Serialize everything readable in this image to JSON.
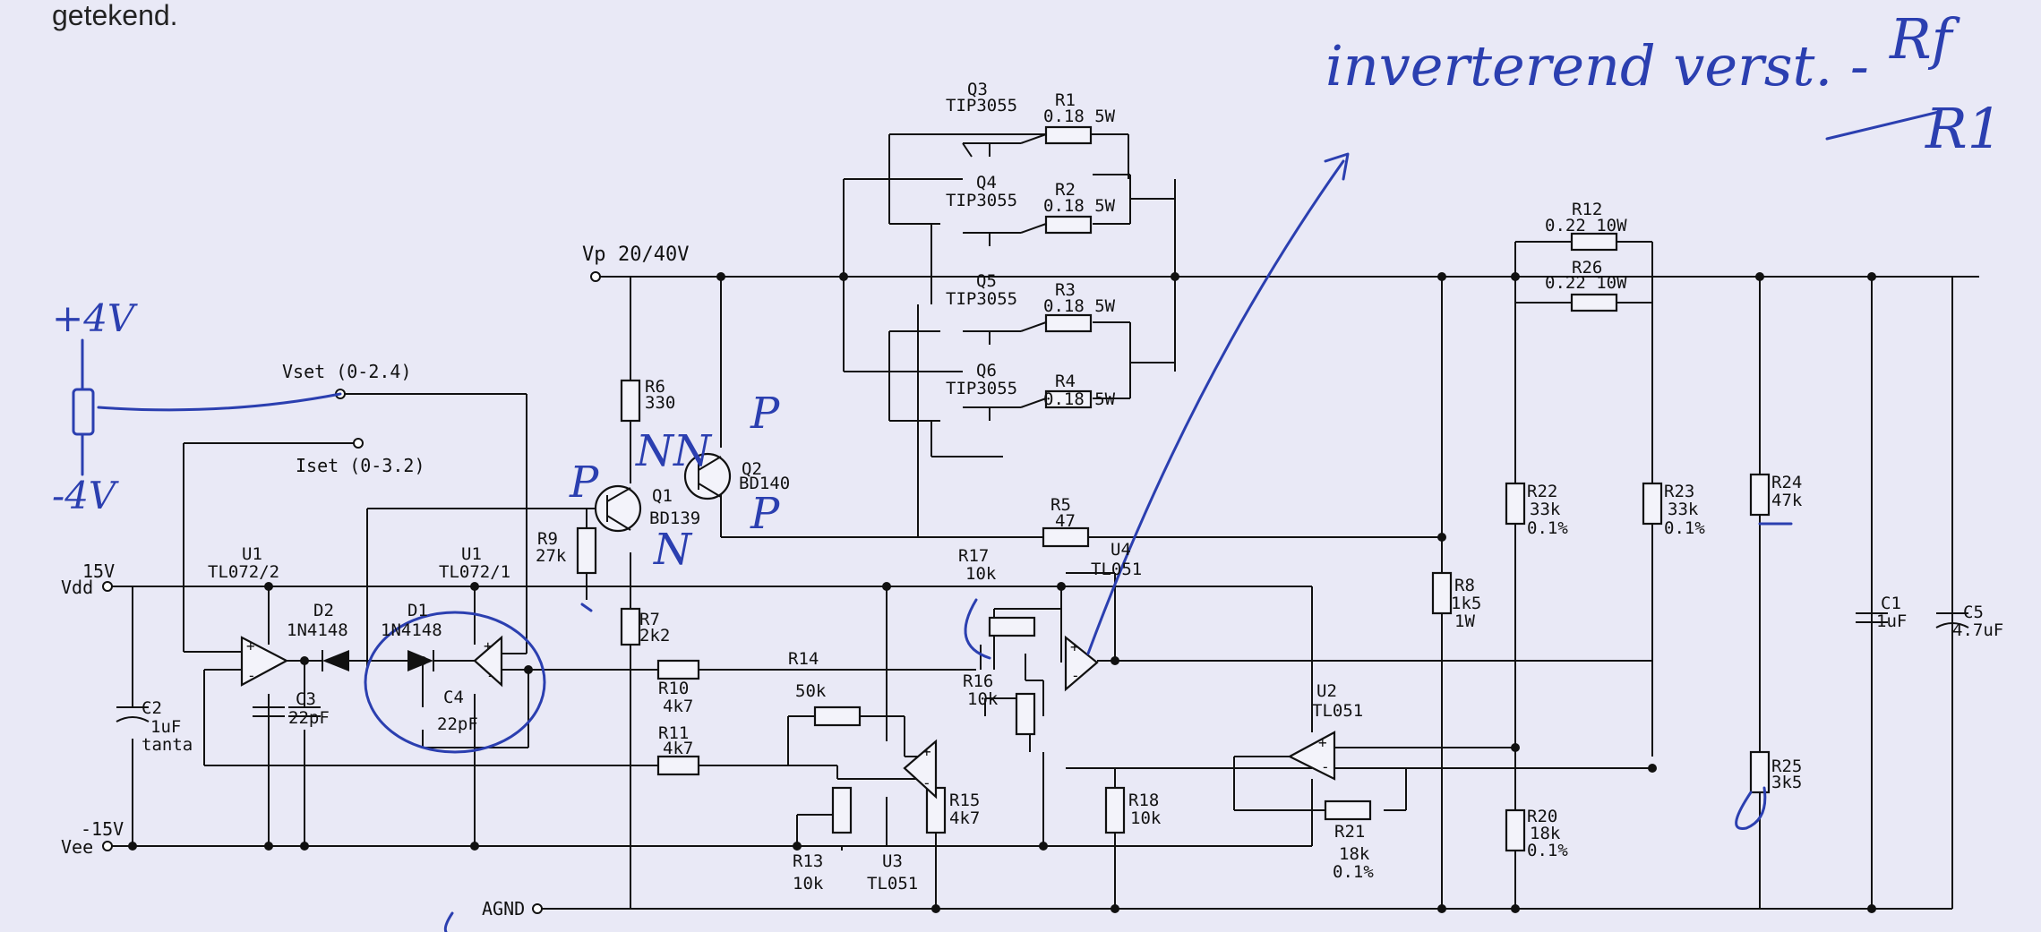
{
  "top_fragment": "getekend.",
  "annotations": {
    "note": "inverterend verst. -",
    "rf": "Rf",
    "r1": "R1",
    "plus": "+4V",
    "minus": "-4V",
    "p1": "P",
    "p2": "P",
    "p3": "P",
    "n1": "NN",
    "n2": "N"
  },
  "supply": {
    "vp": "Vp",
    "vp_value": "20/40V",
    "vdd_value": "15V",
    "vdd": "Vdd",
    "vee_value": "-15V",
    "vee": "Vee",
    "agnd": "AGND"
  },
  "inputs": {
    "vset": "Vset (0-2.4)",
    "iset": "Iset (0-3.2)"
  },
  "transistors": [
    {
      "ref": "Q1",
      "part": "BD139"
    },
    {
      "ref": "Q2",
      "part": "BD140"
    },
    {
      "ref": "Q3",
      "part": "TIP3055"
    },
    {
      "ref": "Q4",
      "part": "TIP3055"
    },
    {
      "ref": "Q5",
      "part": "TIP3055"
    },
    {
      "ref": "Q6",
      "part": "TIP3055"
    }
  ],
  "power_resistors": [
    {
      "ref": "R1",
      "value": "0.18 5W"
    },
    {
      "ref": "R2",
      "value": "0.18 5W"
    },
    {
      "ref": "R3",
      "value": "0.18 5W"
    },
    {
      "ref": "R4",
      "value": "0.18 5W"
    },
    {
      "ref": "R12",
      "value": "0.22 10W"
    },
    {
      "ref": "R26",
      "value": "0.22 10W"
    }
  ],
  "resistors": {
    "r5": {
      "ref": "R5",
      "value": "47"
    },
    "r6": {
      "ref": "R6",
      "value": "330"
    },
    "r7": {
      "ref": "R7",
      "value": "2k2"
    },
    "r8": {
      "ref": "R8",
      "value": "1k5",
      "extra": "1W"
    },
    "r9": {
      "ref": "R9",
      "value": "27k"
    },
    "r10": {
      "ref": "R10",
      "value": "4k7"
    },
    "r11": {
      "ref": "R11",
      "value": "4k7"
    },
    "r13": {
      "ref": "R13",
      "value": "10k"
    },
    "r14": {
      "ref": "R14"
    },
    "r15": {
      "ref": "R15",
      "value": "4k7"
    },
    "r16": {
      "ref": "R16",
      "value": "10k"
    },
    "r17": {
      "ref": "R17",
      "value": "10k"
    },
    "r18": {
      "ref": "R18",
      "value": "10k"
    },
    "r20": {
      "ref": "R20",
      "value": "18k",
      "tol": "0.1%"
    },
    "r21": {
      "ref": "R21",
      "value": "18k",
      "tol": "0.1%"
    },
    "r22": {
      "ref": "R22",
      "value": "33k",
      "tol": "0.1%"
    },
    "r23": {
      "ref": "R23",
      "value": "33k",
      "tol": "0.1%"
    },
    "r24": {
      "ref": "R24",
      "value": "47k"
    },
    "r25": {
      "ref": "R25",
      "value": "3k5"
    },
    "pot": {
      "value": "50k"
    }
  },
  "capacitors": {
    "c1": {
      "ref": "C1",
      "value": "1uF"
    },
    "c2": {
      "ref": "C2",
      "value": "1uF",
      "extra": "tanta"
    },
    "c3": {
      "ref": "C3",
      "value": "22pF"
    },
    "c4": {
      "ref": "C4",
      "value": "22pF"
    },
    "c5": {
      "ref": "C5",
      "value": "4.7uF"
    }
  },
  "diodes": {
    "d1": {
      "ref": "D1",
      "part": "1N4148"
    },
    "d2": {
      "ref": "D2",
      "part": "1N4148"
    }
  },
  "opamps": {
    "u1a": {
      "ref": "U1",
      "part": "TL072/2"
    },
    "u1b": {
      "ref": "U1",
      "part": "TL072/1"
    },
    "u2": {
      "ref": "U2",
      "part": "TL051"
    },
    "u3": {
      "ref": "U3",
      "part": "TL051"
    },
    "u4": {
      "ref": "U4",
      "part": "TL051"
    }
  }
}
